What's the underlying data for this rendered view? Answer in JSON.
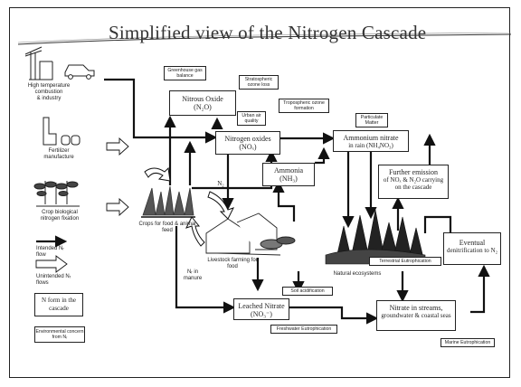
{
  "title": "Simplified view of the Nitrogen Cascade",
  "sources": [
    {
      "label": "High temperature\ncombustion\n& industry"
    },
    {
      "label": "Fertilizer\nmanufacture"
    },
    {
      "label": "Crop biological\nnitrogen fixation"
    }
  ],
  "nodes": {
    "nitrous_oxide": {
      "name": "Nitrous Oxide",
      "formula": "(N₂O)"
    },
    "nitrogen_oxides": {
      "name": "Nitrogen oxides",
      "formula": "(NOₓ)"
    },
    "ammonium_nitrate": {
      "name": "Ammonium nitrate",
      "formula": "in rain (NH₄NO₃)"
    },
    "ammonia": {
      "name": "Ammonia",
      "formula": "(NH₃)"
    },
    "further_emission": {
      "name": "Further emission",
      "formula": "of NOₓ & N₂O carrying on the cascade"
    },
    "leached_nitrate": {
      "name": "Leached Nitrate",
      "formula": "(NO₃⁻)"
    },
    "nitrate_streams": {
      "name": "Nitrate in streams,",
      "formula": "groundwater & coastal seas"
    },
    "denitrification": {
      "name": "Eventual",
      "formula": "denitrification to N₂"
    }
  },
  "concerns": {
    "greenhouse": "Greenhouse gas balance",
    "stratospheric": "Stratospheric ozone loss",
    "urban_air": "Urban air quality",
    "tropospheric": "Tropospheric ozone formation",
    "particulate": "Particulate Matter",
    "terrestrial": "Terrestrial Eutrophication",
    "soil": "Soil acidification",
    "freshwater": "Freshwater Eutrophication",
    "marine": "Marine Eutrophication"
  },
  "labels": {
    "crops": "Crops for food & animal feed",
    "livestock": "Livestock farming for food",
    "n2": "N₂",
    "nr_manure": "Nᵣ in manure",
    "natural": "Natural ecosystems"
  },
  "legend": {
    "intended": "Intended Nᵣ flow",
    "unintended": "Unintended Nᵣ flows",
    "n_form": "N form in the cascade",
    "env_concern": "Environmental concern from Nᵣ"
  }
}
